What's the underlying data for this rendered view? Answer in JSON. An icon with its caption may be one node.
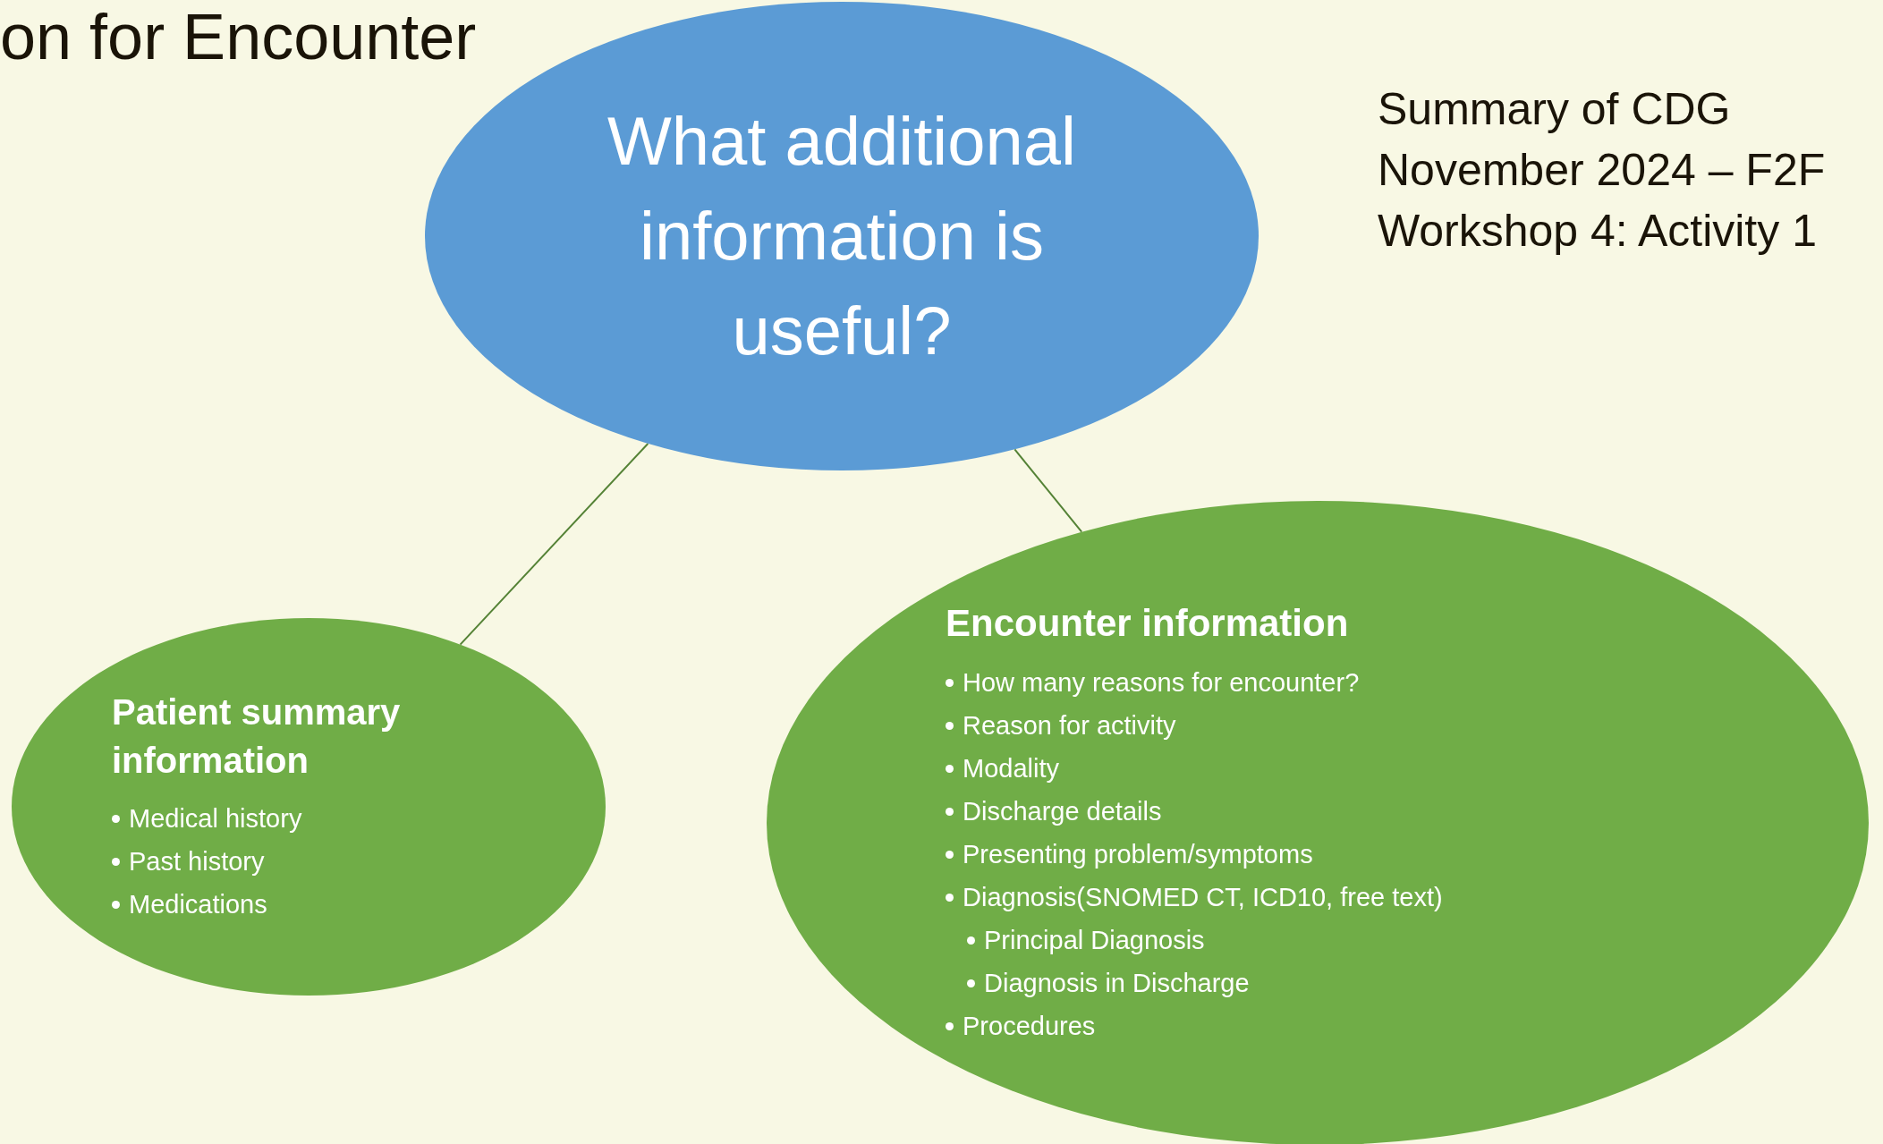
{
  "diagram": {
    "title": "on for Encounter",
    "nodes": [
      {
        "text": [
          "What additional information is useful?"
        ]
      },
      {
        "text": [
          "Patient summary information",
          "Medical history",
          "Past history",
          "Medications"
        ]
      },
      {
        "text": [
          "Encounter information",
          "How many reasons for encounter?",
          "Reason for activity",
          "Modality",
          "Discharge details",
          "Presenting problem/symptoms",
          "Diagnosis(SNOMED CT, ICD10, free text)",
          "Principal Diagnosis",
          "Diagnosis in Discharge",
          "Procedures"
        ]
      }
    ],
    "edges": [
      {
        "from": 0,
        "to": 1,
        "arrow": "none"
      },
      {
        "from": 0,
        "to": 2,
        "arrow": "none"
      }
    ],
    "labels": [
      "Summary of CDG",
      "November 2024 – F2F",
      "Workshop 4: Activity 1"
    ]
  }
}
